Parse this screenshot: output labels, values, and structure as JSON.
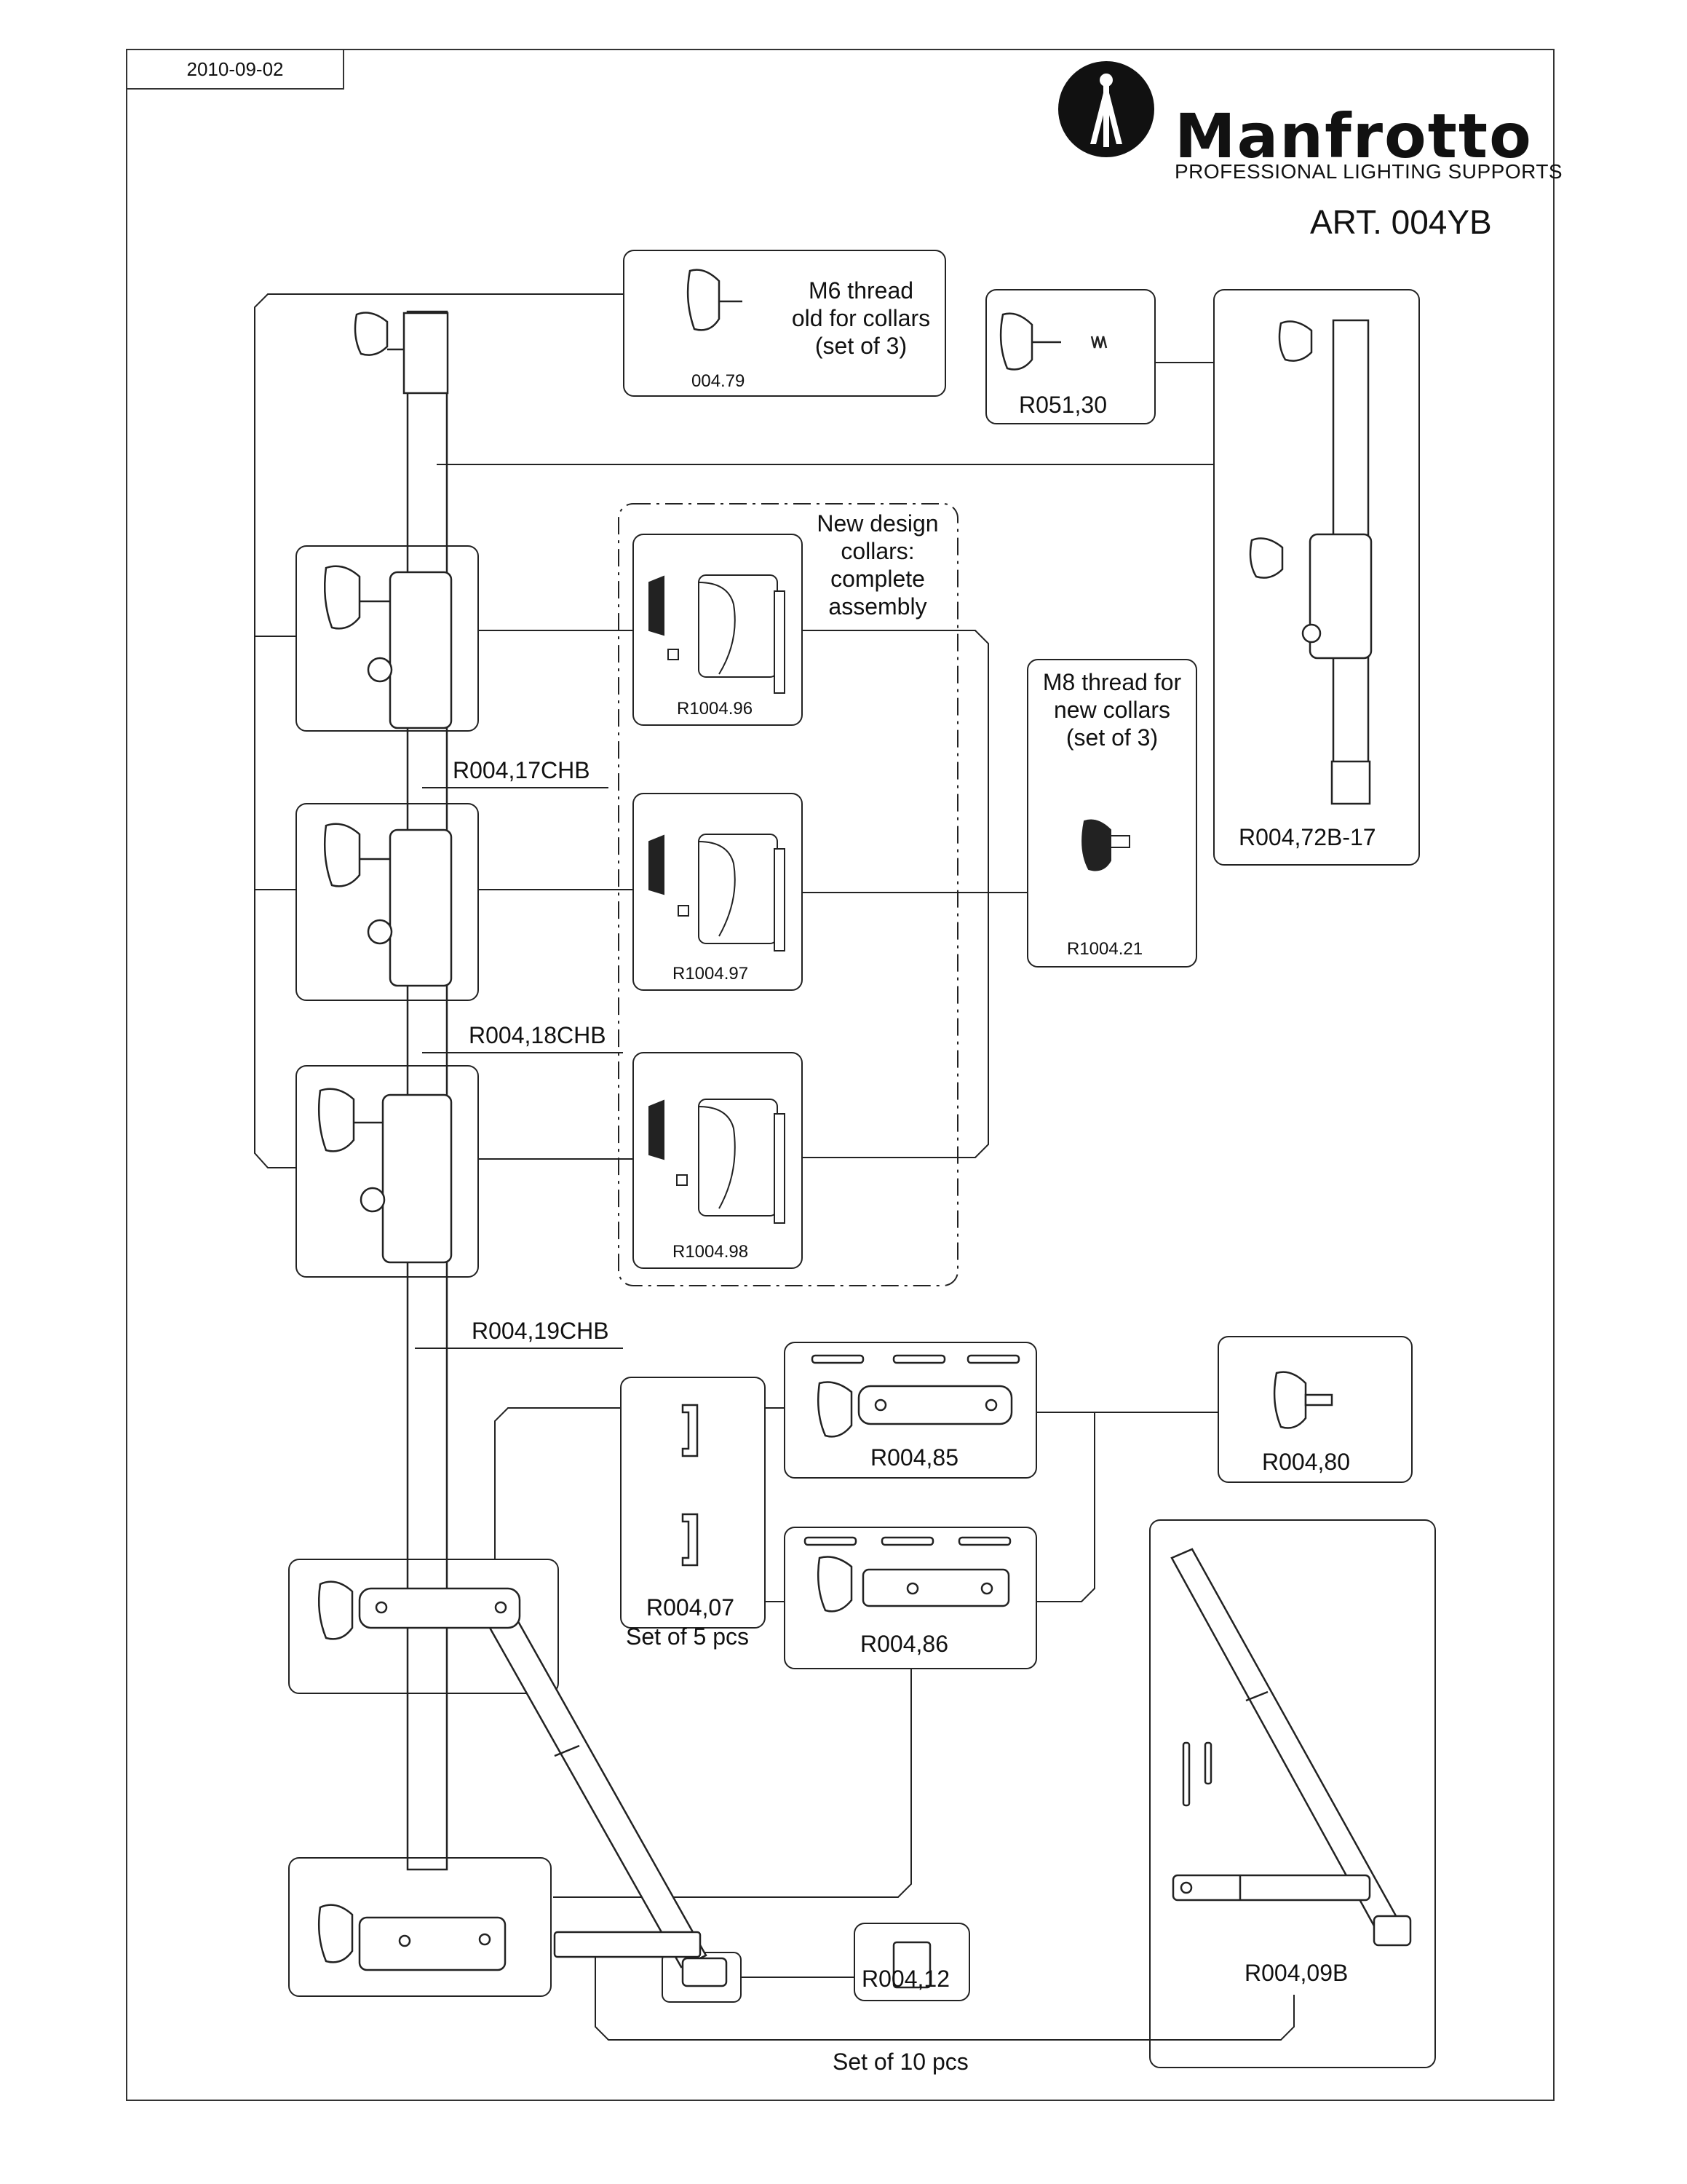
{
  "header": {
    "date": "2010-09-02",
    "brand": "Manfrotto",
    "tagline": "PROFESSIONAL LIGHTING SUPPORTS",
    "article": "ART. 004YB",
    "logo_icon": "manfrotto-tripod-logo-icon"
  },
  "parts": {
    "p_00479": {
      "code": "004.79",
      "description": "M6 thread\nold for collars\n(set of 3)"
    },
    "p_r05130": {
      "code": "R051,30"
    },
    "p_r00472b": {
      "code": "R004,72B-17"
    },
    "new_collars": {
      "description": "New design\ncollars:\ncomplete\nassembly"
    },
    "p_r100496": {
      "code": "R1004.96"
    },
    "p_r100497": {
      "code": "R1004.97"
    },
    "p_r100498": {
      "code": "R1004.98"
    },
    "p_r100421": {
      "code": "R1004.21",
      "description": "M8 thread for\nnew collars\n(set of 3)"
    },
    "p_r00417": {
      "code": "R004,17CHB"
    },
    "p_r00418": {
      "code": "R004,18CHB"
    },
    "p_r00419": {
      "code": "R004,19CHB"
    },
    "p_r00485": {
      "code": "R004,85"
    },
    "p_r00486": {
      "code": "R004,86"
    },
    "p_r00480": {
      "code": "R004,80"
    },
    "p_r00407": {
      "code": "R004,07",
      "description": "Set of 5 pcs"
    },
    "p_r00409b": {
      "code": "R004,09B"
    },
    "p_r00412": {
      "code": "R004,12"
    },
    "set_of_10": {
      "description": "Set of 10 pcs"
    }
  }
}
